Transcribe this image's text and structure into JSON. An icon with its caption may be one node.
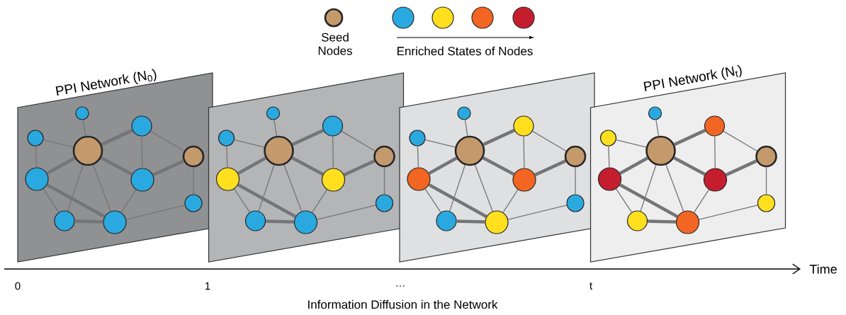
{
  "diagram": {
    "nodes": [
      {
        "text": [
          "PPI Network (N$_{0}$)"
        ]
      },
      {
        "text": [],
        "shape": "circle",
        "in": 0
      },
      {
        "text": [],
        "shape": "circle",
        "in": 0
      },
      {
        "text": [],
        "shape": "circle",
        "in": 0
      },
      {
        "text": [],
        "shape": "circle",
        "in": 0
      },
      {
        "text": [],
        "shape": "circle",
        "in": 0
      },
      {
        "text": [],
        "shape": "circle",
        "in": 0
      },
      {
        "text": [],
        "shape": "circle",
        "in": 0
      },
      {
        "text": [],
        "shape": "circle",
        "in": 0
      },
      {
        "text": [],
        "shape": "circle",
        "in": 0
      },
      {
        "text": [],
        "shape": "circle",
        "in": 0
      },
      {
        "text": [],
        "shape": "box"
      },
      {
        "text": [],
        "shape": "circle",
        "in": 11
      },
      {
        "text": [],
        "shape": "circle",
        "in": 11
      },
      {
        "text": [],
        "shape": "circle",
        "in": 11
      },
      {
        "text": [],
        "shape": "circle",
        "in": 11
      },
      {
        "text": [],
        "shape": "circle",
        "in": 11
      },
      {
        "text": [],
        "shape": "circle",
        "in": 11
      },
      {
        "text": [],
        "shape": "circle",
        "in": 11
      },
      {
        "text": [],
        "shape": "circle",
        "in": 11
      },
      {
        "text": [],
        "shape": "circle",
        "in": 11
      },
      {
        "text": [],
        "shape": "circle",
        "in": 11
      },
      {
        "text": [],
        "shape": "box"
      },
      {
        "text": [],
        "shape": "circle",
        "in": 22
      },
      {
        "text": [],
        "shape": "circle",
        "in": 22
      },
      {
        "text": [],
        "shape": "circle",
        "in": 22
      },
      {
        "text": [],
        "shape": "circle",
        "in": 22
      },
      {
        "text": [],
        "shape": "circle",
        "in": 22
      },
      {
        "text": [],
        "shape": "circle",
        "in": 22
      },
      {
        "text": [],
        "shape": "circle",
        "in": 22
      },
      {
        "text": [],
        "shape": "circle",
        "in": 22
      },
      {
        "text": [],
        "shape": "circle",
        "in": 22
      },
      {
        "text": [],
        "shape": "circle",
        "in": 22
      },
      {
        "text": [
          "PPI Network (N$_{t}$)"
        ]
      },
      {
        "text": [],
        "shape": "circle",
        "in": 33
      },
      {
        "text": [],
        "shape": "circle",
        "in": 33
      },
      {
        "text": [],
        "shape": "circle",
        "in": 33
      },
      {
        "text": [],
        "shape": "circle",
        "in": 33
      },
      {
        "text": [],
        "shape": "circle",
        "in": 33
      },
      {
        "text": [],
        "shape": "circle",
        "in": 33
      },
      {
        "text": [],
        "shape": "circle",
        "in": 33
      },
      {
        "text": [],
        "shape": "circle",
        "in": 33
      },
      {
        "text": [],
        "shape": "circle",
        "in": 33
      },
      {
        "text": [],
        "shape": "circle",
        "in": 33
      }
    ],
    "edges": [
      {
        "from": 1,
        "to": 3,
        "arrow": "none"
      },
      {
        "from": 2,
        "to": 3,
        "arrow": "none"
      },
      {
        "from": 2,
        "to": 6,
        "arrow": "none"
      },
      {
        "from": 3,
        "to": 6,
        "arrow": "none",
        "style": "thick"
      },
      {
        "from": 3,
        "to": 4,
        "arrow": "none",
        "style": "thick"
      },
      {
        "from": 3,
        "to": 7,
        "arrow": "none",
        "style": "thick"
      },
      {
        "from": 4,
        "to": 7,
        "arrow": "none"
      },
      {
        "from": 4,
        "to": 5,
        "arrow": "none"
      },
      {
        "from": 7,
        "to": 5,
        "arrow": "none",
        "style": "thick"
      },
      {
        "from": 6,
        "to": 9,
        "arrow": "none",
        "style": "thick"
      },
      {
        "from": 6,
        "to": 8,
        "arrow": "none"
      },
      {
        "from": 3,
        "to": 8,
        "arrow": "none"
      },
      {
        "from": 3,
        "to": 9,
        "arrow": "none"
      },
      {
        "from": 7,
        "to": 9,
        "arrow": "none"
      },
      {
        "from": 8,
        "to": 9,
        "arrow": "none",
        "style": "thick"
      },
      {
        "from": 9,
        "to": 10,
        "arrow": "none"
      },
      {
        "from": 5,
        "to": 10,
        "arrow": "none"
      },
      {
        "from": 12,
        "to": 14,
        "arrow": "none"
      },
      {
        "from": 13,
        "to": 14,
        "arrow": "none"
      },
      {
        "from": 13,
        "to": 17,
        "arrow": "none"
      },
      {
        "from": 14,
        "to": 17,
        "arrow": "none",
        "style": "thick"
      },
      {
        "from": 14,
        "to": 15,
        "arrow": "none",
        "style": "thick"
      },
      {
        "from": 14,
        "to": 18,
        "arrow": "none",
        "style": "thick"
      },
      {
        "from": 15,
        "to": 18,
        "arrow": "none"
      },
      {
        "from": 15,
        "to": 16,
        "arrow": "none"
      },
      {
        "from": 18,
        "to": 16,
        "arrow": "none",
        "style": "thick"
      },
      {
        "from": 17,
        "to": 20,
        "arrow": "none",
        "style": "thick"
      },
      {
        "from": 17,
        "to": 19,
        "arrow": "none"
      },
      {
        "from": 14,
        "to": 19,
        "arrow": "none"
      },
      {
        "from": 14,
        "to": 20,
        "arrow": "none"
      },
      {
        "from": 18,
        "to": 20,
        "arrow": "none"
      },
      {
        "from": 19,
        "to": 20,
        "arrow": "none",
        "style": "thick"
      },
      {
        "from": 20,
        "to": 21,
        "arrow": "none"
      },
      {
        "from": 16,
        "to": 21,
        "arrow": "none"
      },
      {
        "from": 23,
        "to": 25,
        "arrow": "none"
      },
      {
        "from": 24,
        "to": 25,
        "arrow": "none"
      },
      {
        "from": 24,
        "to": 28,
        "arrow": "none"
      },
      {
        "from": 25,
        "to": 28,
        "arrow": "none",
        "style": "thick"
      },
      {
        "from": 25,
        "to": 26,
        "arrow": "none",
        "style": "thick"
      },
      {
        "from": 25,
        "to": 29,
        "arrow": "none",
        "style": "thick"
      },
      {
        "from": 26,
        "to": 29,
        "arrow": "none"
      },
      {
        "from": 26,
        "to": 27,
        "arrow": "none"
      },
      {
        "from": 29,
        "to": 27,
        "arrow": "none",
        "style": "thick"
      },
      {
        "from": 28,
        "to": 31,
        "arrow": "none",
        "style": "thick"
      },
      {
        "from": 28,
        "to": 30,
        "arrow": "none"
      },
      {
        "from": 25,
        "to": 30,
        "arrow": "none"
      },
      {
        "from": 25,
        "to": 31,
        "arrow": "none"
      },
      {
        "from": 29,
        "to": 31,
        "arrow": "none"
      },
      {
        "from": 30,
        "to": 31,
        "arrow": "none",
        "style": "thick"
      },
      {
        "from": 31,
        "to": 32,
        "arrow": "none"
      },
      {
        "from": 27,
        "to": 32,
        "arrow": "none"
      },
      {
        "from": 34,
        "to": 36,
        "arrow": "none"
      },
      {
        "from": 35,
        "to": 36,
        "arrow": "none"
      },
      {
        "from": 35,
        "to": 39,
        "arrow": "none"
      },
      {
        "from": 36,
        "to": 39,
        "arrow": "none",
        "style": "thick"
      },
      {
        "from": 36,
        "to": 37,
        "arrow": "none",
        "style": "thick"
      },
      {
        "from": 36,
        "to": 40,
        "arrow": "none",
        "style": "thick"
      },
      {
        "from": 37,
        "to": 40,
        "arrow": "none"
      },
      {
        "from": 37,
        "to": 38,
        "arrow": "none"
      },
      {
        "from": 40,
        "to": 38,
        "arrow": "none",
        "style": "thick"
      },
      {
        "from": 39,
        "to": 42,
        "arrow": "none",
        "style": "thick"
      },
      {
        "from": 39,
        "to": 41,
        "arrow": "none"
      },
      {
        "from": 36,
        "to": 41,
        "arrow": "none"
      },
      {
        "from": 36,
        "to": 42,
        "arrow": "none"
      },
      {
        "from": 40,
        "to": 42,
        "arrow": "none"
      },
      {
        "from": 41,
        "to": 42,
        "arrow": "none",
        "style": "thick"
      },
      {
        "from": 42,
        "to": 43,
        "arrow": "none"
      },
      {
        "from": 38,
        "to": 43,
        "arrow": "none"
      }
    ],
    "labels": [
      "0",
      "1",
      "…",
      "t",
      "Time",
      "Information Diffusion in the Network"
    ],
    "legend": [
      {
        "text": "Seed Nodes",
        "color": "#c49a6c"
      },
      {
        "text": "Enriched States of Nodes"
      }
    ]
  }
}
